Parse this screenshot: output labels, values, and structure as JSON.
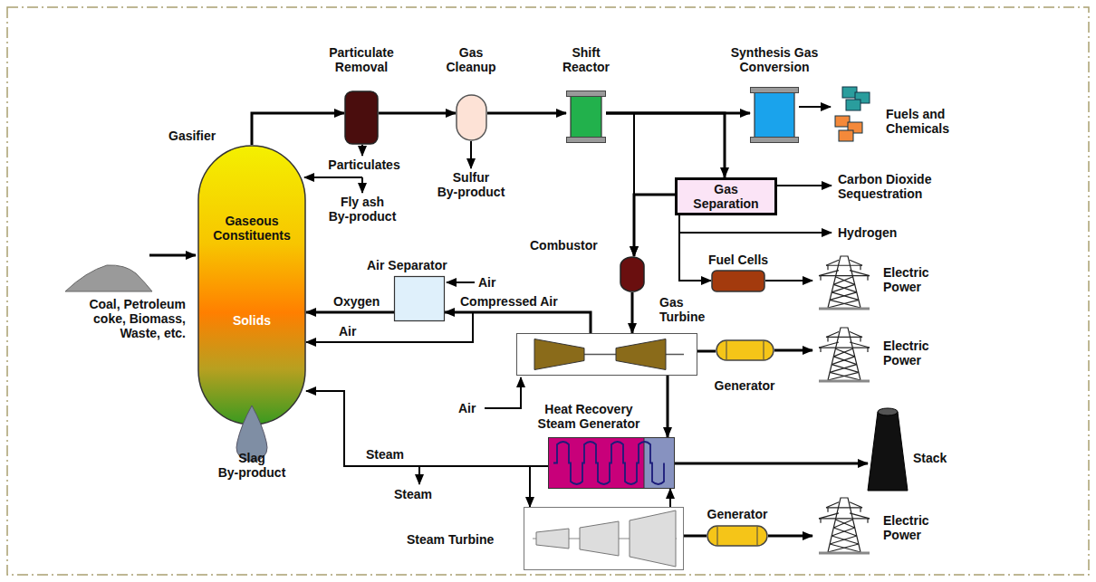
{
  "diagram": {
    "nodes": [
      {
        "text": [
          "Gasifier",
          "Gaseous Constituents",
          "Solids"
        ]
      },
      {
        "text": [
          "Particulate Removal"
        ]
      },
      {
        "text": [
          "Gas Cleanup"
        ]
      },
      {
        "text": [
          "Shift Reactor"
        ]
      },
      {
        "text": [
          "Synthesis Gas Conversion"
        ]
      },
      {
        "text": [
          "Gas Separation"
        ]
      },
      {
        "text": [
          "Air Separator"
        ]
      },
      {
        "text": [
          "Combustor"
        ]
      },
      {
        "text": [
          "Fuel Cells"
        ]
      },
      {
        "text": [
          "Gas Turbine"
        ]
      },
      {
        "text": [
          "Generator"
        ]
      },
      {
        "text": [
          "Heat Recovery Steam Generator"
        ]
      },
      {
        "text": [
          "Steam Turbine"
        ]
      },
      {
        "text": [
          "Generator"
        ]
      },
      {
        "text": [
          "Stack"
        ]
      }
    ],
    "edges": [
      {
        "from": 0,
        "to": 1,
        "arrow": "to"
      },
      {
        "from": 1,
        "to": 2,
        "arrow": "to"
      },
      {
        "from": 2,
        "to": 3,
        "arrow": "to"
      },
      {
        "from": 3,
        "to": 4,
        "arrow": "to"
      },
      {
        "from": 3,
        "to": 5,
        "arrow": "to"
      },
      {
        "from": 3,
        "to": 7,
        "arrow": "to"
      },
      {
        "from": 5,
        "to": 7,
        "arrow": "to"
      },
      {
        "from": 5,
        "to": 8,
        "arrow": "to"
      },
      {
        "from": 6,
        "to": 0,
        "label": "Oxygen",
        "arrow": "to"
      },
      {
        "from": 9,
        "to": 6,
        "label": "Compressed Air",
        "arrow": "to"
      },
      {
        "from": 9,
        "to": 0,
        "label": "Air",
        "arrow": "to"
      },
      {
        "from": 7,
        "to": 9,
        "arrow": "to"
      },
      {
        "from": 9,
        "to": 10,
        "arrow": "none"
      },
      {
        "from": 9,
        "to": 11,
        "arrow": "to"
      },
      {
        "from": 11,
        "to": 14,
        "arrow": "to"
      },
      {
        "from": 11,
        "to": 12,
        "arrow": "to"
      },
      {
        "from": 11,
        "to": 0,
        "label": "Steam",
        "arrow": "to"
      },
      {
        "from": 12,
        "to": 11,
        "arrow": "to"
      },
      {
        "from": 12,
        "to": 13,
        "arrow": "none"
      }
    ],
    "labels": [
      "Particulates",
      "Fly ash By-product",
      "Sulfur By-product",
      "Fuels and Chemicals",
      "Carbon Dioxide Sequestration",
      "Hydrogen",
      "Air",
      "Electric Power",
      "Coal, Petroleum coke, Biomass, Waste, etc.",
      "Electric Power",
      "Air",
      "Steam",
      "Slag By-product",
      "Electric Power"
    ]
  }
}
